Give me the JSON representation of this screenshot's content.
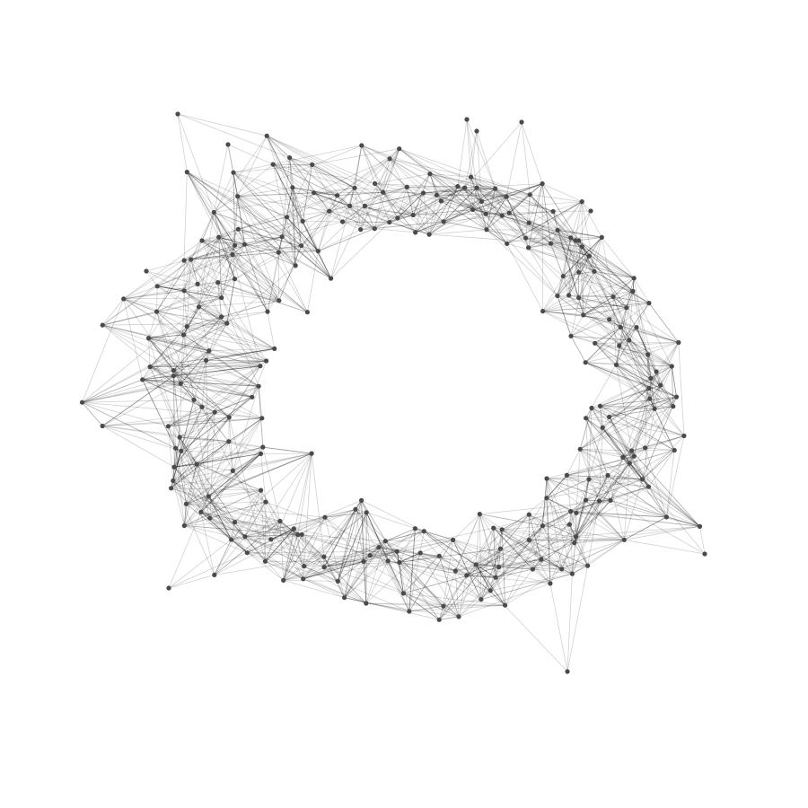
{
  "graph": {
    "layout": "ring-network",
    "node_color": "#4a4a4a",
    "edge_color": "#000000",
    "background": "#ffffff",
    "nodes_approx": 260,
    "ring_shape": "tilted-ellipse",
    "outlier_nodes": 10
  }
}
